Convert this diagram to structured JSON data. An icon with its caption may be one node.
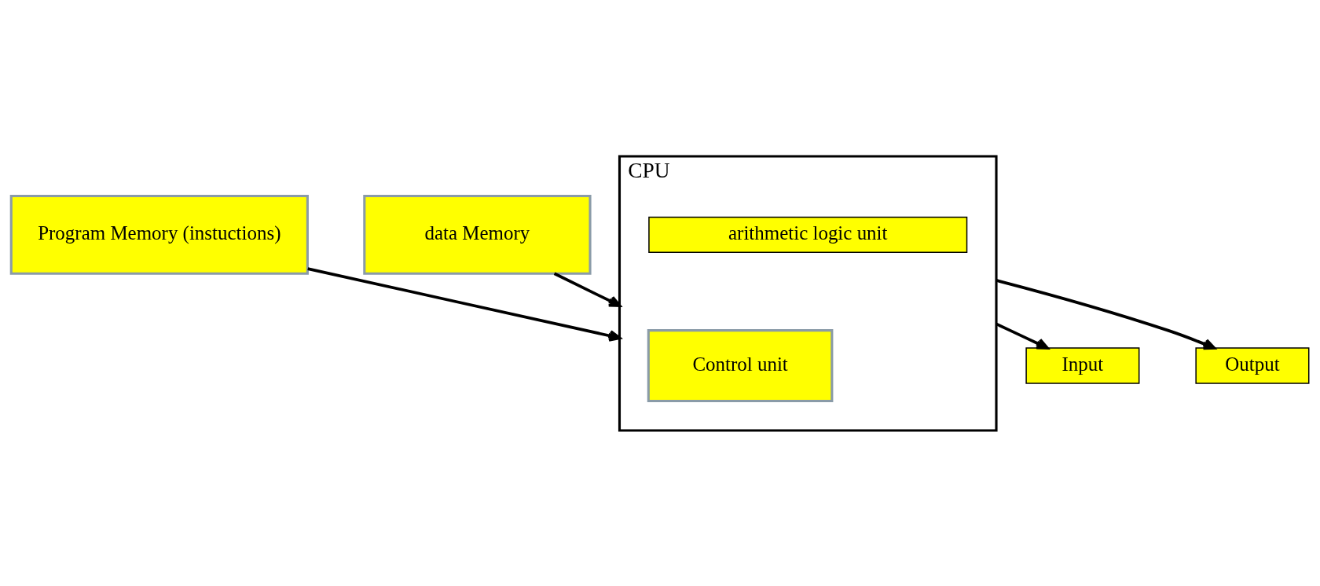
{
  "diagram": {
    "nodes": [
      {
        "text": [
          "Program Memory (instuctions)"
        ]
      },
      {
        "text": [
          "data Memory"
        ]
      },
      {
        "text": [
          "CPU"
        ]
      },
      {
        "text": [
          "Control unit"
        ],
        "in": 2
      },
      {
        "text": [
          "arithmetic logic unit"
        ],
        "in": 2
      },
      {
        "text": [
          "Input"
        ]
      },
      {
        "text": [
          "Output"
        ]
      }
    ],
    "edges": [
      {
        "from": 0,
        "to": 2,
        "arrow": "to"
      },
      {
        "from": 1,
        "to": 2,
        "arrow": "to"
      },
      {
        "from": 2,
        "to": 5,
        "arrow": "to"
      },
      {
        "from": 2,
        "to": 6,
        "arrow": "to"
      }
    ]
  }
}
